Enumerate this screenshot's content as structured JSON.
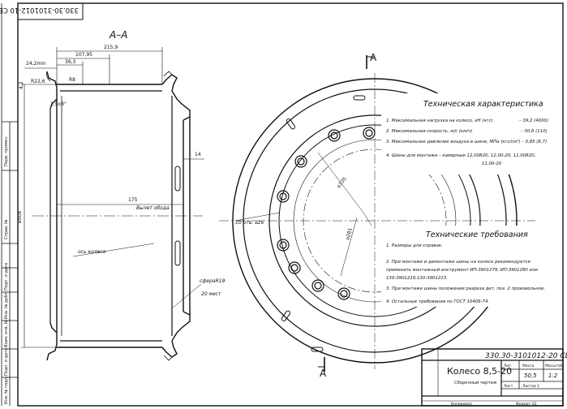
{
  "drawing": {
    "section_label": "А–А",
    "cut_label_top": "А",
    "cut_label_bottom": "А",
    "stamp_rotated": "330.30-3101012-10 СБ",
    "dims": {
      "d_2159": "215,9",
      "d_10795": "107,95",
      "d_363": "36,3",
      "d_242min": "24,2min",
      "d_r226": "R22,6",
      "d_r8": "R8",
      "d_15x8": "1,5х8°",
      "d_42": "4,2",
      "d_14": "14",
      "d_175": "175",
      "d_vylet": "Вылет обода",
      "d_holes": "10 отв. ⌀26",
      "d_335": "⌀335",
      "d_281": "⌀281",
      "d_axis": "ось колеса",
      "d_sphere": "сфераR19",
      "d_20mest": "20 мест",
      "d_diam_left": "⌀508"
    }
  },
  "tech_char": {
    "title": "Техническая характеристика",
    "lines": [
      "1. Максимальная нагрузка на колесо, кН (кгс)",
      "2. Максимальная скорость, м/с (км/ч)",
      "3. Максимальное давление воздуха в шине, МПа (кгс/см²) – 0,85 (8,7)",
      "4. Шины для монтажа – камерные 12,00R20, 12,00-20, 11,00R20,"
    ],
    "values": [
      "– 39,2 (4000)",
      "– 30,6 (110)"
    ],
    "line4_cont": "11,00-20"
  },
  "tech_req": {
    "title": "Технические требования",
    "lines": [
      "1. Размеры для справок.",
      "2. При монтаже и демонтаже шины на колесо рекомендуется",
      "применять монтажный инструмент ИП-3901279, ИП-3901280 или",
      "130-3901219,130-3901223.",
      "3. При монтаже шины положение разреза дет. поз. 2 произвольное.",
      "4. Остальные требования по ГОСТ 10409-74."
    ]
  },
  "title_block": {
    "doc_number": "330.30-3101012-20 СБ",
    "name": "Колесо 8,5-20",
    "subtitle": "Сборочный чертеж",
    "mass": "50,5",
    "scale": "1:2",
    "sheet_label": "Лист",
    "sheets_label": "Листов 1",
    "lit_label": "Лит.",
    "mass_label": "Масса",
    "scale_label": "Масштаб",
    "copied": "Копировал",
    "format": "Формат   А2"
  },
  "side_strip": {
    "labels": [
      "Перв. примен.",
      "Справ. №",
      "Подп. и дата",
      "Инв. № дубл.",
      "Взам. инв. №",
      "Подп. и дата",
      "Инв. № подл."
    ]
  }
}
